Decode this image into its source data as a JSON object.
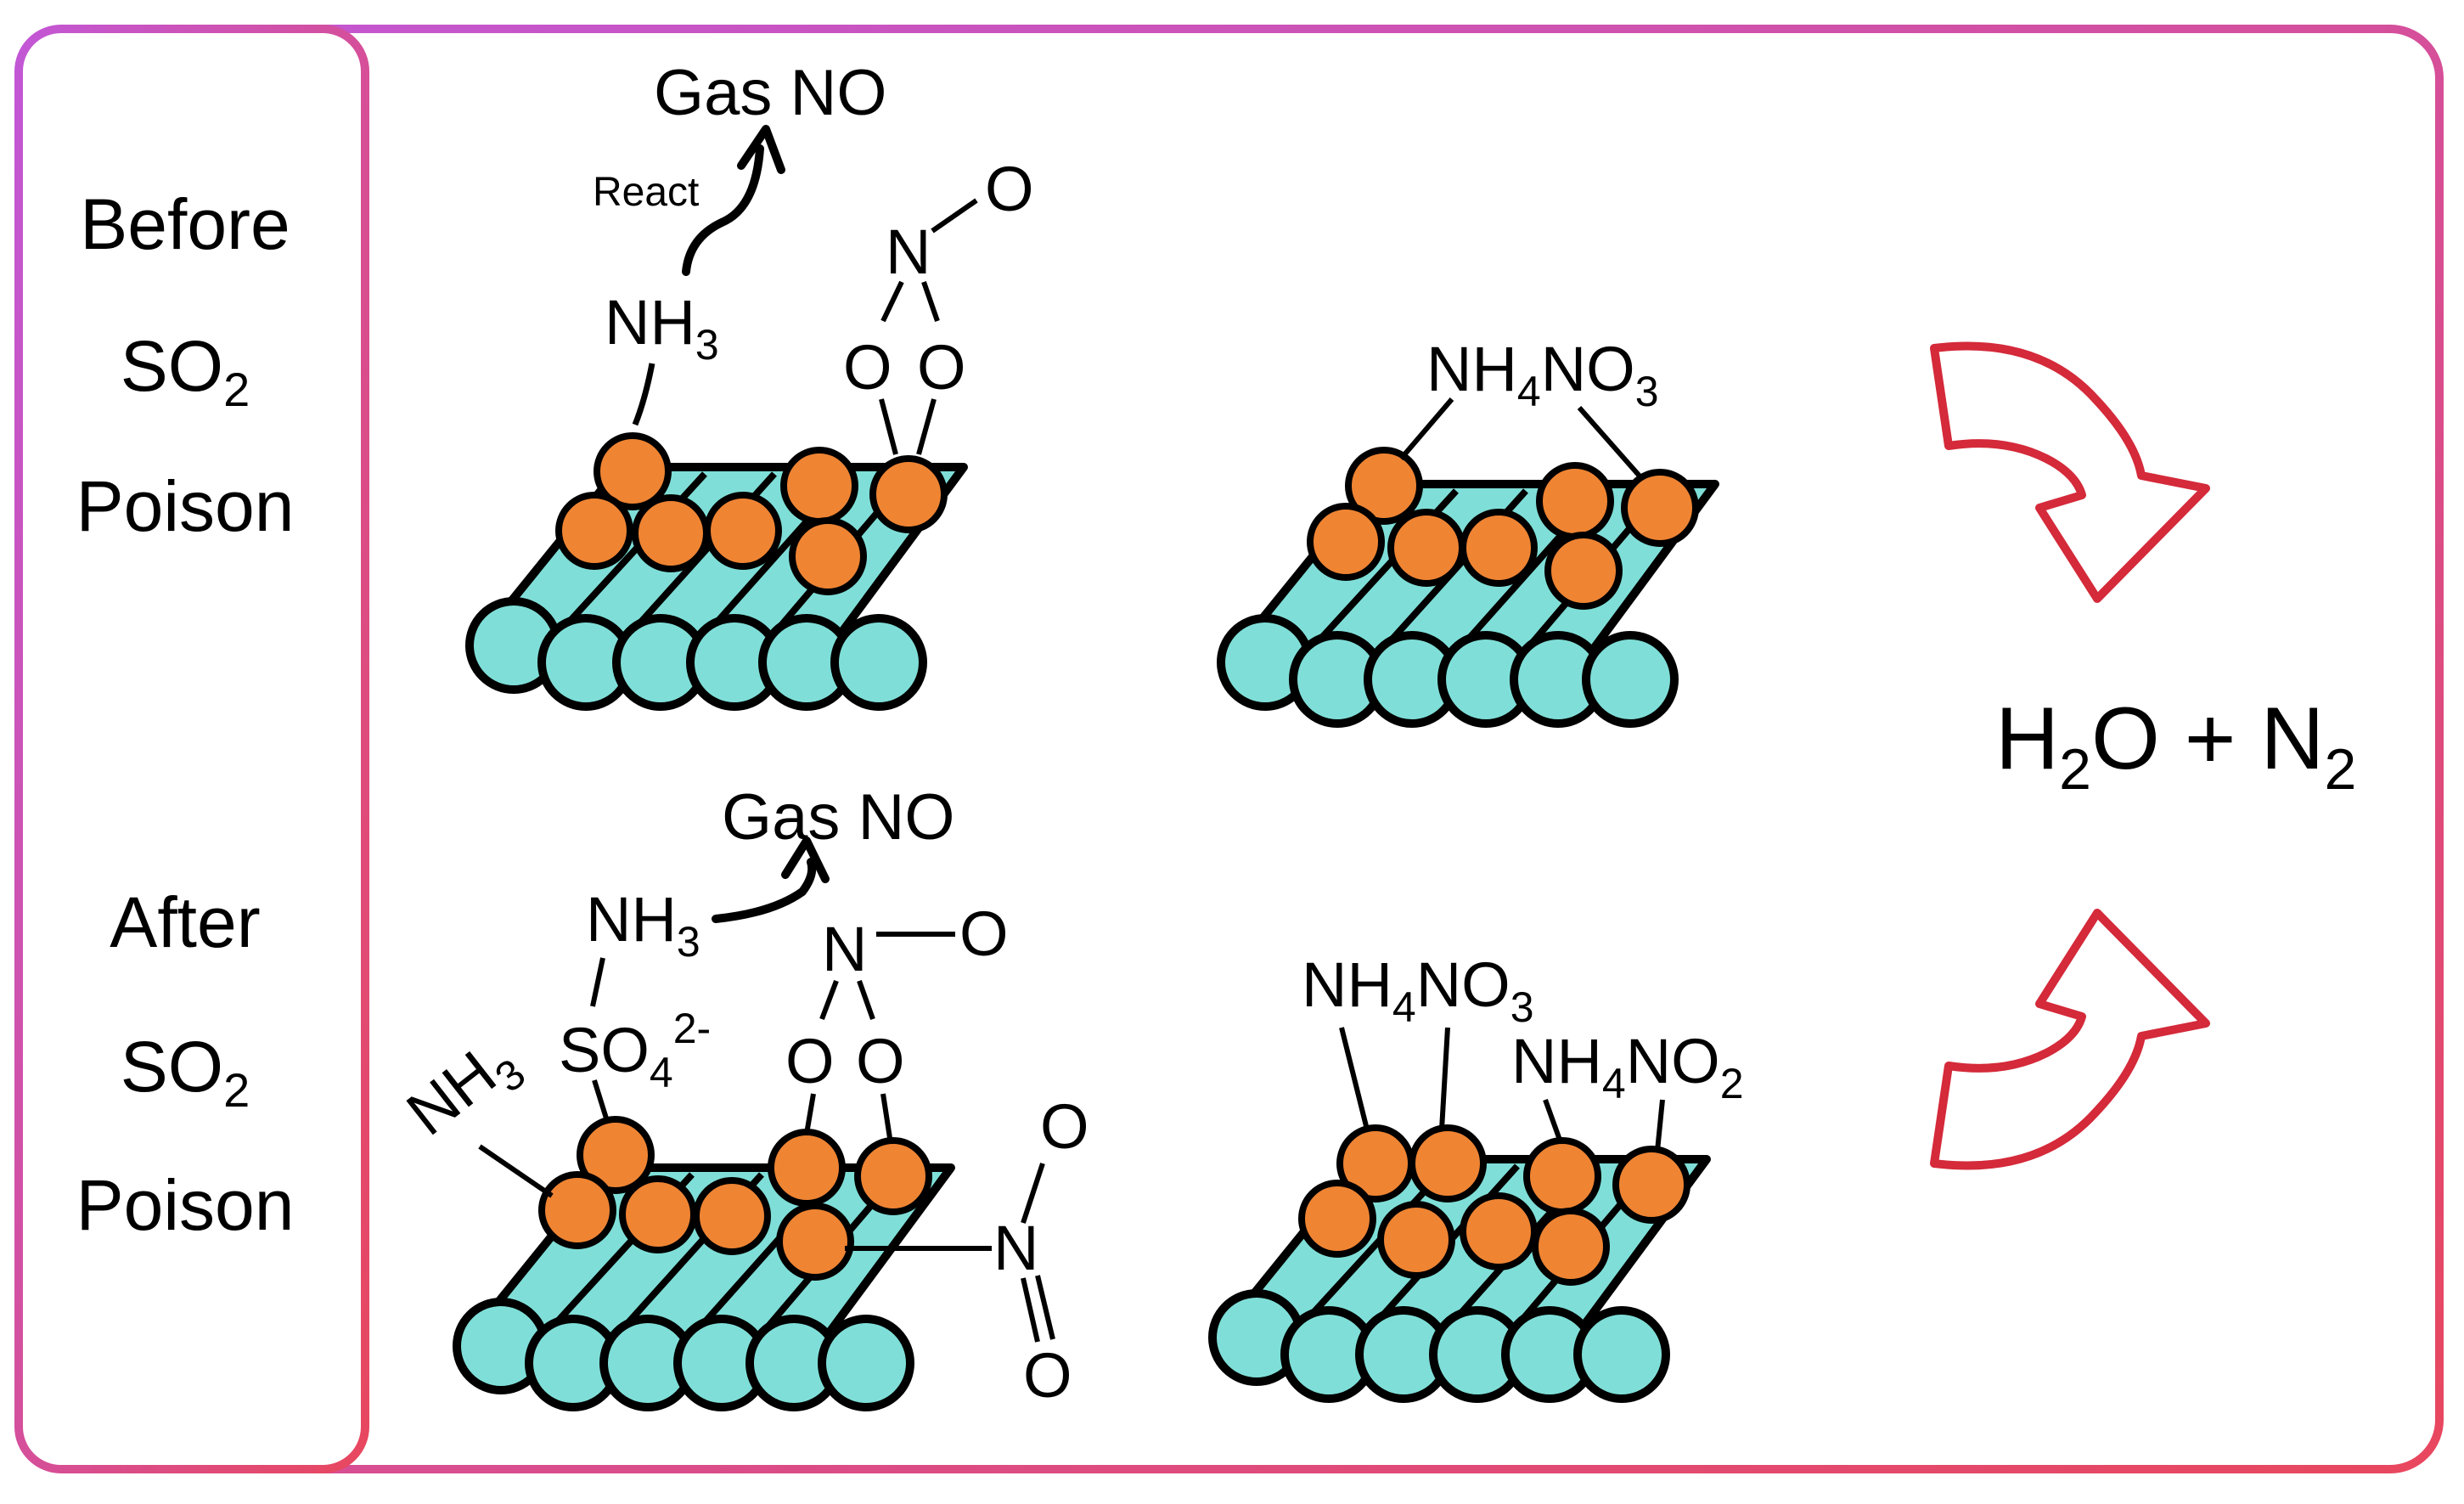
{
  "labels": {
    "before": [
      "Before",
      "SO",
      "2",
      "Poison"
    ],
    "after": [
      "After",
      "SO",
      "2",
      "Poison"
    ]
  },
  "top": {
    "gas": "Gas NO",
    "react": "React",
    "nh3": {
      "main": "NH",
      "sub": "3"
    },
    "n": "N",
    "o": "O",
    "nh4no3": {
      "a": "NH",
      "s1": "4",
      "b": "NO",
      "s2": "3"
    }
  },
  "bottom": {
    "gas": "Gas NO",
    "nh3": {
      "main": "NH",
      "sub": "3"
    },
    "nh3_tilted": {
      "main": "NH",
      "sub": "3"
    },
    "so4": {
      "main": "SO",
      "sub": "4",
      "sup": "2-"
    },
    "n": "N",
    "o": "O",
    "nh4no3": {
      "a": "NH",
      "s1": "4",
      "b": "NO",
      "s2": "3"
    },
    "nh4no2": {
      "a": "NH",
      "s1": "4",
      "b": "NO",
      "s2": "2"
    }
  },
  "product": {
    "h": "H",
    "s1": "2",
    "mid": "O + N",
    "s2": "2"
  },
  "colors": {
    "frame_start": "#c257d6",
    "frame_end": "#e8475e",
    "cylinder": "#7fdfd8",
    "atom": "#ef8433",
    "arrow": "#d42a3a",
    "outline": "#000000"
  }
}
